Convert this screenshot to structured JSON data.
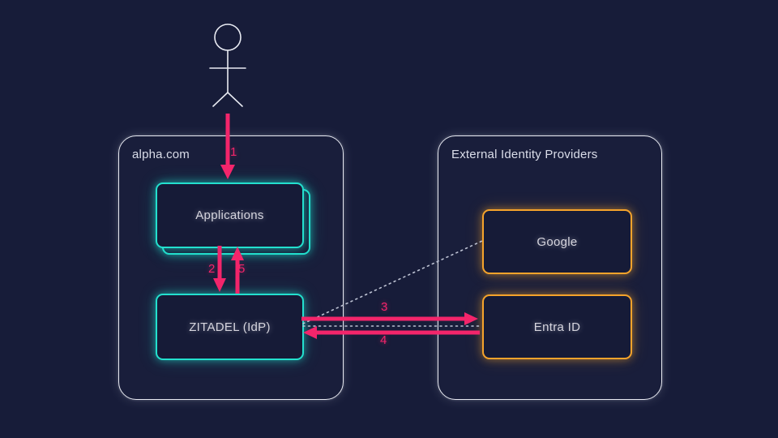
{
  "colors": {
    "bg": "#171C39",
    "outline": "#E8EAF2",
    "cyan": "#23E0CE",
    "orange": "#F5A32B",
    "pink": "#F3256B",
    "dotted": "#BCC1D2",
    "node-fill": "#161B37",
    "text": "#D6D5DE",
    "container-label": "#DADDE9"
  },
  "containers": {
    "alpha": {
      "label": "alpha.com"
    },
    "external": {
      "label": "External Identity Providers"
    }
  },
  "nodes": {
    "applications": {
      "label": "Applications"
    },
    "zitadel": {
      "label": "ZITADEL (IdP)"
    },
    "google": {
      "label": "Google"
    },
    "entra": {
      "label": "Entra ID"
    }
  },
  "flows": {
    "f1": "1",
    "f2": "2",
    "f3": "3",
    "f4": "4",
    "f5": "5"
  }
}
